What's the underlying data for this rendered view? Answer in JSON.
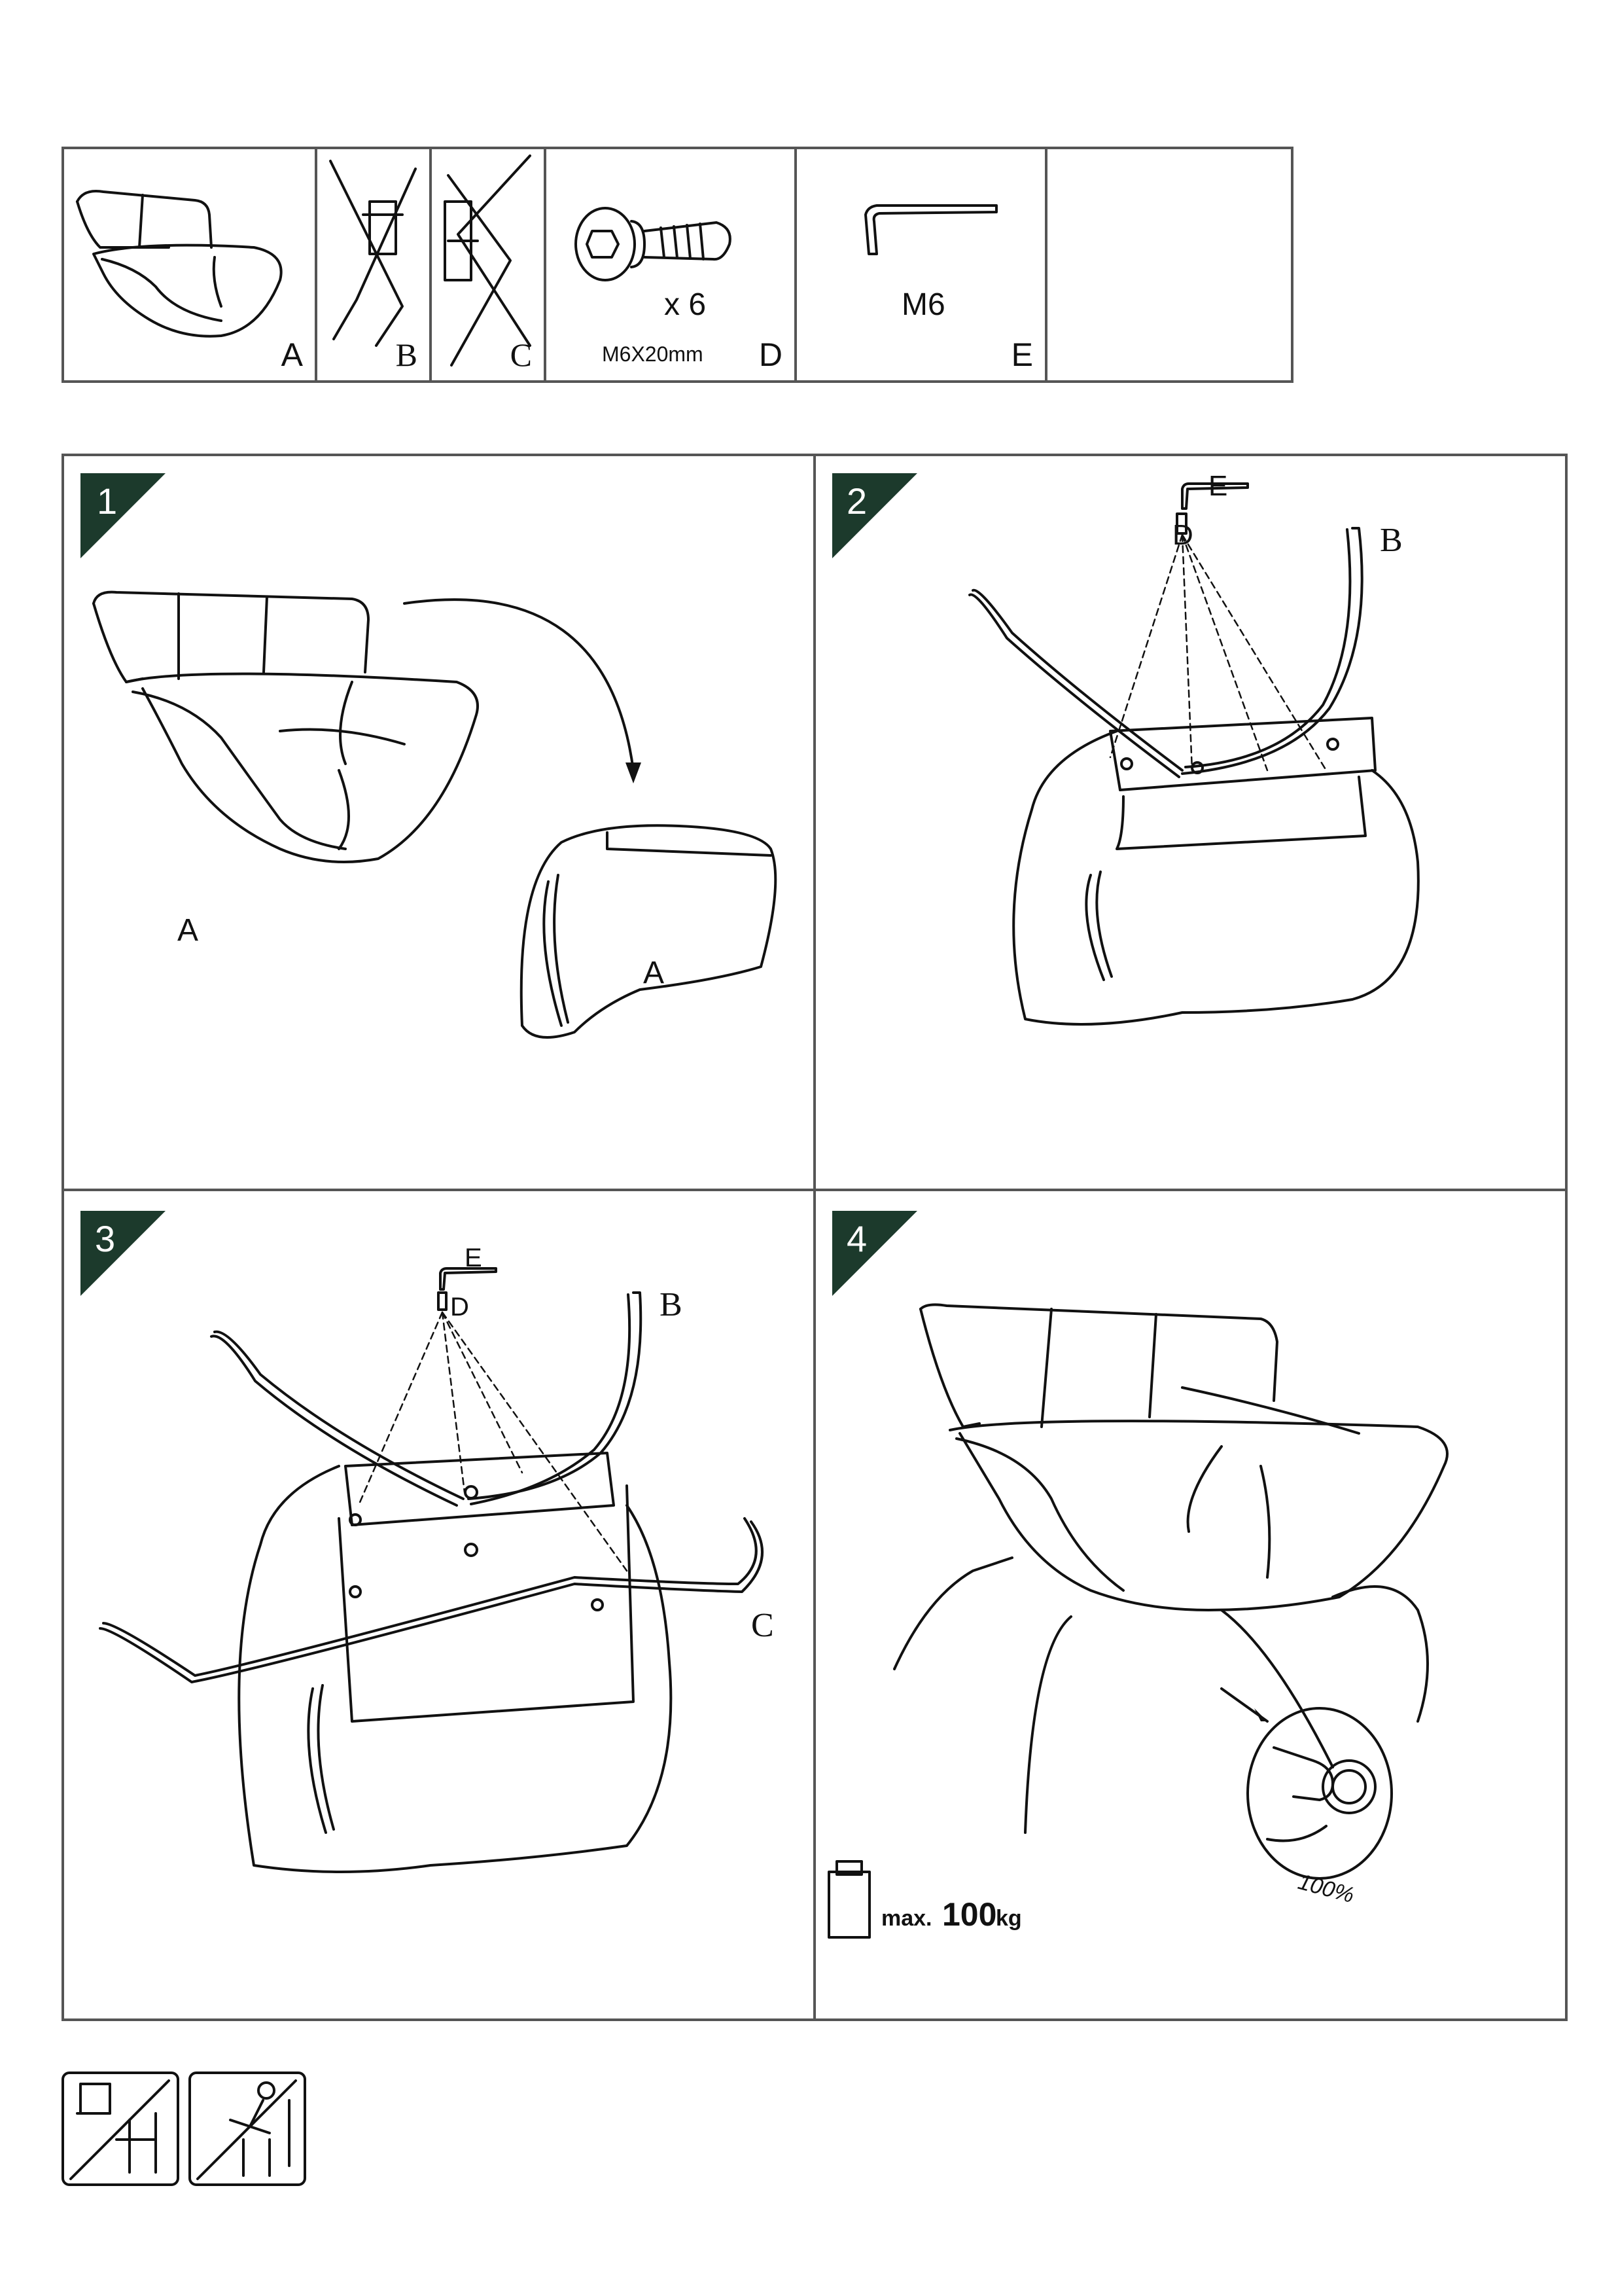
{
  "parts": [
    {
      "letter": "A",
      "name": "chair seat"
    },
    {
      "letter": "B",
      "name": "leg frame"
    },
    {
      "letter": "C",
      "name": "leg frame"
    },
    {
      "letter": "D",
      "quantity": "x 6",
      "size": "M6X20mm"
    },
    {
      "letter": "E",
      "size": "M6"
    }
  ],
  "steps": [
    {
      "number": "1",
      "label_a1": "A",
      "label_a2": "A"
    },
    {
      "number": "2",
      "label_e": "E",
      "label_d": "D",
      "label_b": "B"
    },
    {
      "number": "3",
      "label_e": "E",
      "label_d": "D",
      "label_b": "B",
      "label_c": "C"
    },
    {
      "number": "4",
      "max_prefix": "max.",
      "max_value": "100",
      "max_unit": "kg",
      "tighten": "100%"
    }
  ],
  "warnings": [
    {
      "icon": "no-standing-on-chair-icon"
    },
    {
      "icon": "no-rocking-chair-icon"
    }
  ]
}
